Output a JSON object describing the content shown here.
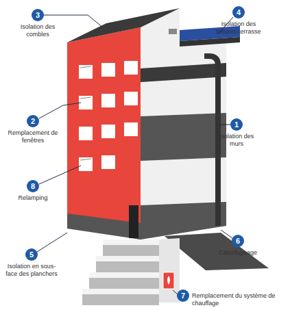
{
  "diagram": {
    "nodes": [
      {
        "text": [
          "3",
          "Isolation des combles"
        ]
      },
      {
        "text": [
          "4",
          "Isolation des toitures-terrasse"
        ]
      },
      {
        "text": [
          "2",
          "Remplacement de fenêtres"
        ]
      },
      {
        "text": [
          "1",
          "Isolation des murs"
        ]
      },
      {
        "text": [
          "8",
          "Relamping"
        ]
      },
      {
        "text": [
          "6",
          "Calorifugeage"
        ]
      },
      {
        "text": [
          "5",
          "Isolation en sous-face des planchers"
        ]
      },
      {
        "text": [
          "7",
          "Remplacement du système de chauffage"
        ]
      }
    ]
  }
}
